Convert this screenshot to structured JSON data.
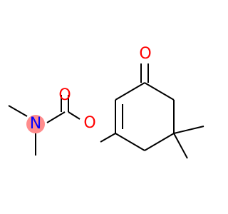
{
  "molecule": {
    "atoms": {
      "ketone_oxygen": {
        "symbol": "O",
        "color": "#ff0000"
      },
      "carbonyl_oxygen": {
        "symbol": "O",
        "color": "#ff0000"
      },
      "ester_oxygen": {
        "symbol": "O",
        "color": "#ff0000"
      },
      "nitrogen": {
        "symbol": "N",
        "color": "#0000ff",
        "highlight": "#ff8c8c"
      }
    },
    "bond_color": "#000000",
    "background": "#ffffff"
  }
}
